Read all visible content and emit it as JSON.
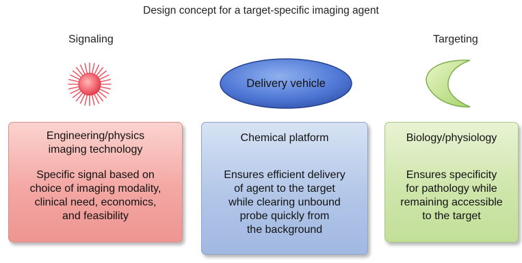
{
  "title": "Design concept for a target-specific imaging agent",
  "labels": {
    "signaling": "Signaling",
    "targeting": "Targeting",
    "vehicle": "Delivery vehicle"
  },
  "boxes": {
    "engineering": {
      "heading": [
        "Engineering/physics",
        "imaging technology"
      ],
      "body": [
        "Specific signal based on",
        "choice of imaging modality,",
        "clinical need, economics,",
        "and feasibility"
      ]
    },
    "chemical": {
      "heading": [
        "Chemical platform"
      ],
      "body": [
        "Ensures efficient delivery",
        "of agent to the target",
        "while clearing unbound",
        "probe quickly from",
        "the background"
      ]
    },
    "biology": {
      "heading": [
        "Biology/physiology"
      ],
      "body": [
        "Ensures specificity",
        "for pathology while",
        "remaining accessible",
        "to the target"
      ]
    }
  },
  "colors": {
    "signal": "#e8404e",
    "vehicle": "#3a5ab8",
    "target": "#b8de7e",
    "engineering_box": "#f4a7a3",
    "chemical_box": "#b2c6e8",
    "biology_box": "#cfe6ac"
  },
  "icons": {
    "signal": "starburst-icon",
    "target": "crescent-icon"
  }
}
